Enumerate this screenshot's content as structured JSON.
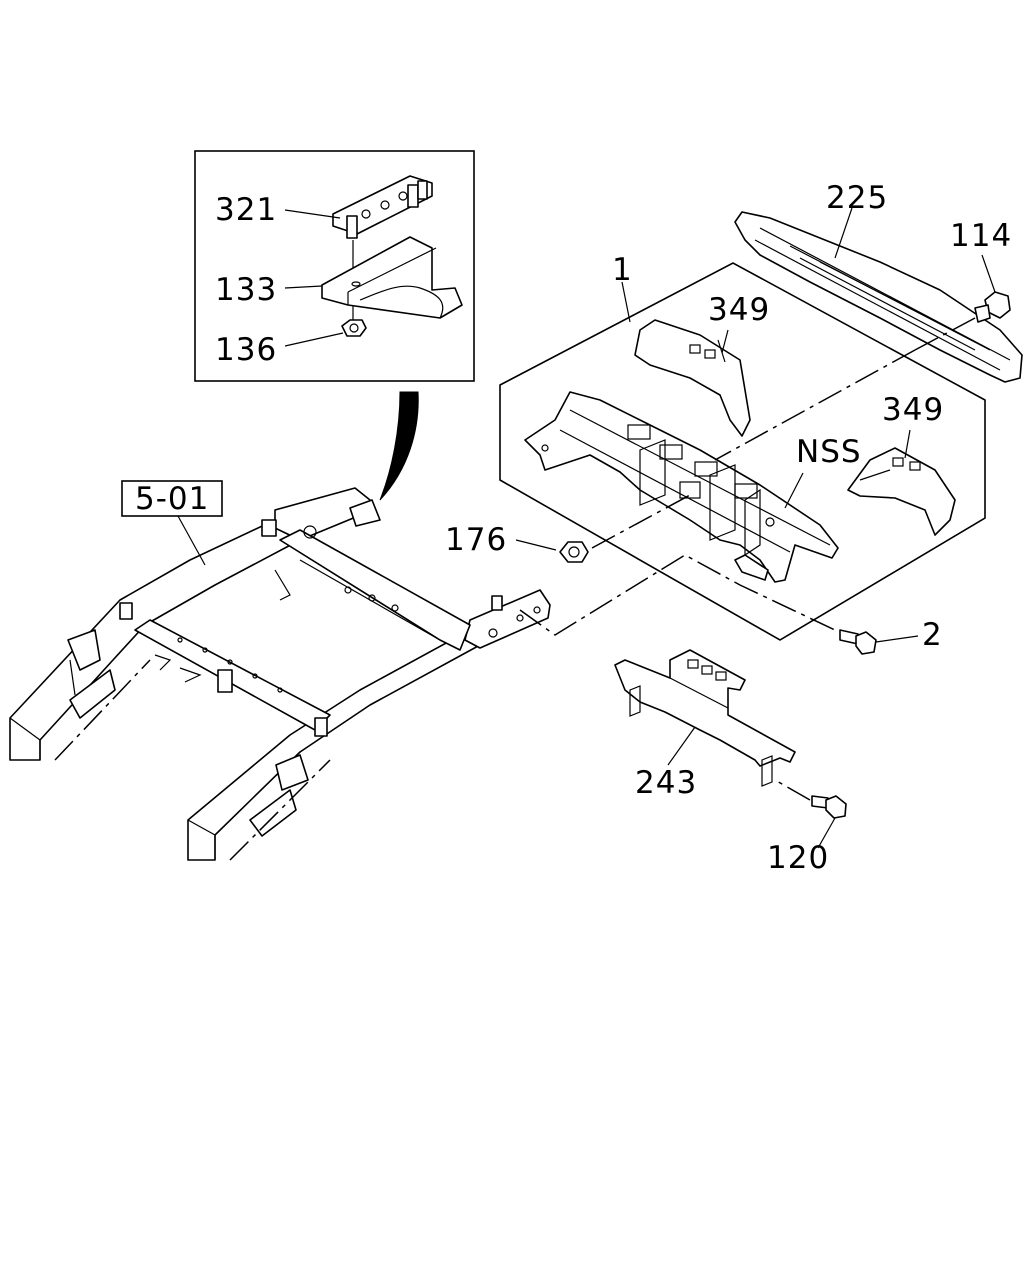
{
  "callouts": {
    "c321": "321",
    "c133": "133",
    "c136": "136",
    "c225": "225",
    "c114": "114",
    "c1": "1",
    "c349a": "349",
    "c349b": "349",
    "cNSS": "NSS",
    "c176": "176",
    "c2": "2",
    "c243": "243",
    "c120": "120",
    "ref501": "5-01"
  }
}
